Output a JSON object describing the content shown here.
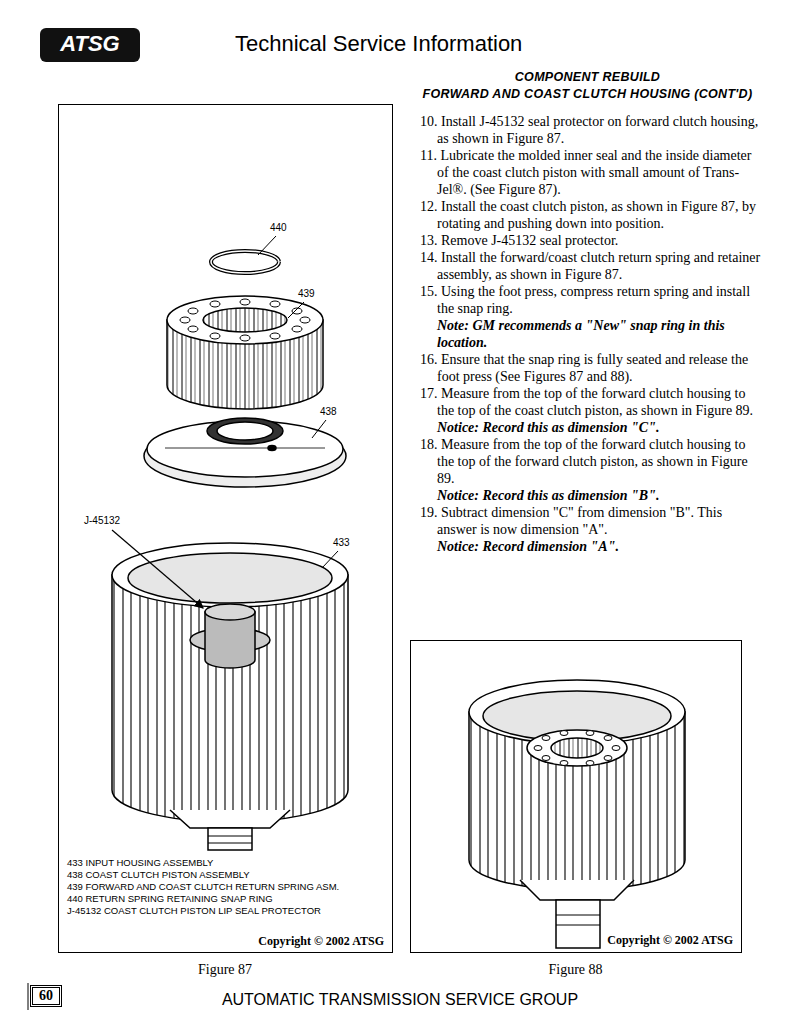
{
  "diagram": {
    "title": "Technical Service Information",
    "nodes": [
      {
        "text": [
          "ATSG"
        ]
      },
      {
        "text": [
          "433 INPUT HOUSING ASSEMBLY",
          "438 COAST CLUTCH PISTON ASSEMBLY",
          "439 FORWARD AND COAST CLUTCH RETURN SPRING ASM.",
          "440 RETURN SPRING RETAINING SNAP RING",
          "J-45132 COAST CLUTCH PISTON LIP SEAL PROTECTOR",
          "Copyright © 2002 ATSG",
          "Figure 87"
        ]
      },
      {
        "text": [
          "Copyright © 2002 ATSG",
          "Figure 88"
        ]
      },
      {
        "text": [
          "60"
        ]
      }
    ],
    "labels": [
      "COMPONENT REBUILD",
      "FORWARD AND COAST CLUTCH HOUSING (CONT'D)",
      "10. Install J-45132 seal protector on forward clutch housing, as shown in Figure 87.",
      "11. Lubricate the molded inner seal and the inside diameter of the coast clutch piston with small amount of Trans-Jel®. (See Figure 87).",
      "12. Install the coast clutch piston, as shown in Figure 87, by rotating and pushing down into position.",
      "13. Remove J-45132 seal protector.",
      "14. Install the forward/coast clutch return spring and retainer assembly, as shown in Figure 87.",
      "15. Using the foot press, compress return spring and install the snap ring.",
      "Note: GM recommends a \"New\" snap ring in this location.",
      "16. Ensure that the snap ring is fully seated and release the foot press (See Figures 87 and 88).",
      "17. Measure from the top of the forward clutch housing to the top of the coast clutch piston, as shown in Figure 89.",
      "Notice: Record this as dimension \"C\".",
      "18. Measure from the top of the forward clutch housing to the top of the forward clutch piston, as shown in Figure 89.",
      "Notice: Record this as dimension \"B\".",
      "19. Subtract dimension \"C\" from dimension \"B\". This answer is now dimension \"A\".",
      "Notice: Record dimension \"A\".",
      "440",
      "439",
      "438",
      "J-45132",
      "433",
      "AUTOMATIC TRANSMISSION SERVICE GROUP"
    ]
  }
}
